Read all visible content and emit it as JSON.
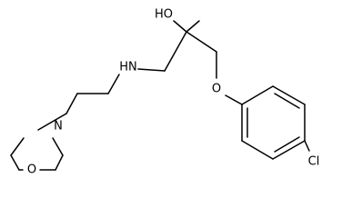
{
  "molecule": {
    "atom_labels": {
      "hydroxyl": "HO",
      "amine": "HN",
      "morpholine_nitrogen": "N",
      "morpholine_oxygen": "O",
      "ether_oxygen": "O",
      "chlorine": "Cl"
    }
  }
}
